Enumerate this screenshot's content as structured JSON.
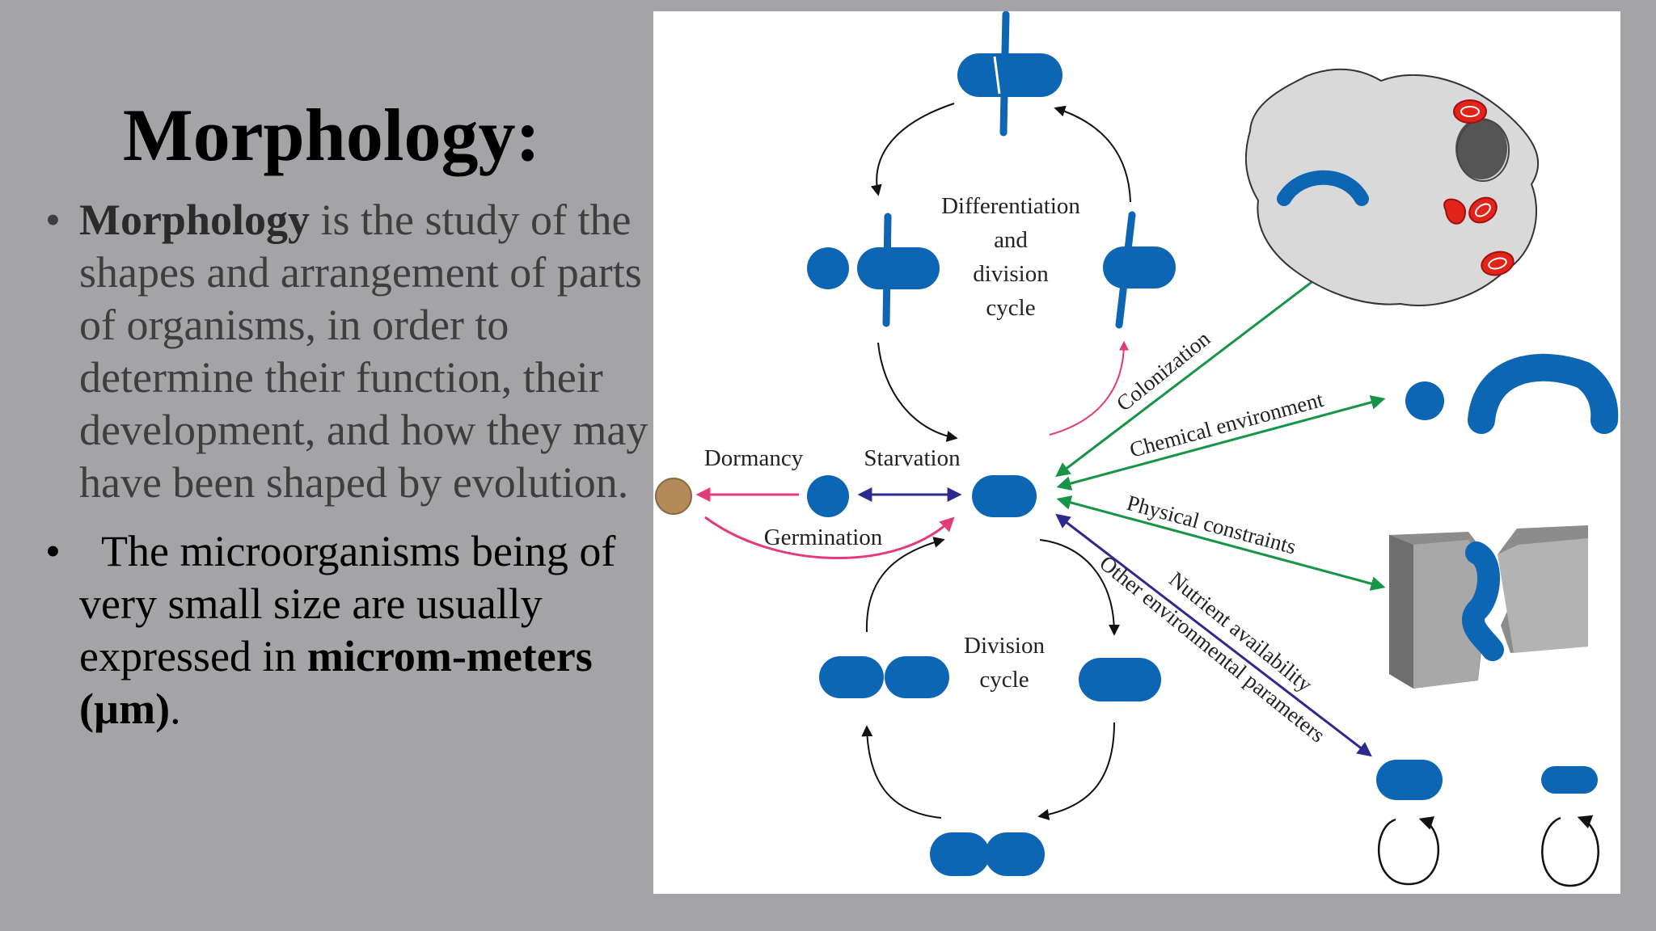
{
  "title": {
    "main": "Morphology",
    "suffix": ":"
  },
  "bullets": [
    {
      "marker": "•",
      "lead_bold": "Morphology",
      "rest": " is the study of the shapes and arrangement of parts of organisms, in order to determine their function, their development, and how they may have been shaped by evolution."
    },
    {
      "marker": "•",
      "lead": "  The microorganisms being of very small size are usually expressed in ",
      "bold": "microm-meters (µm)",
      "tail": "."
    }
  ],
  "diagram": {
    "differentiation_cycle": [
      "Differentiation",
      "and",
      "division",
      "cycle"
    ],
    "division_cycle": [
      "Division",
      "cycle"
    ],
    "dormancy": "Dormancy",
    "starvation": "Starvation",
    "germination": "Germination",
    "colonization": "Colonization",
    "chemical_environment": "Chemical environment",
    "physical_constraints": "Physical constraints",
    "nutrient_availability": "Nutrient availability",
    "other_environmental": "Other environmental parameters"
  },
  "colors": {
    "background": "#a4a4a6",
    "cell_blue": "#0d66b3",
    "arrow_green": "#169447",
    "arrow_pink": "#e33a7b",
    "arrow_navy": "#2c2a8c",
    "spore_brown": "#b38a5a",
    "host_gray": "#d9d9d9",
    "mitochondria_red": "#e2231a"
  }
}
